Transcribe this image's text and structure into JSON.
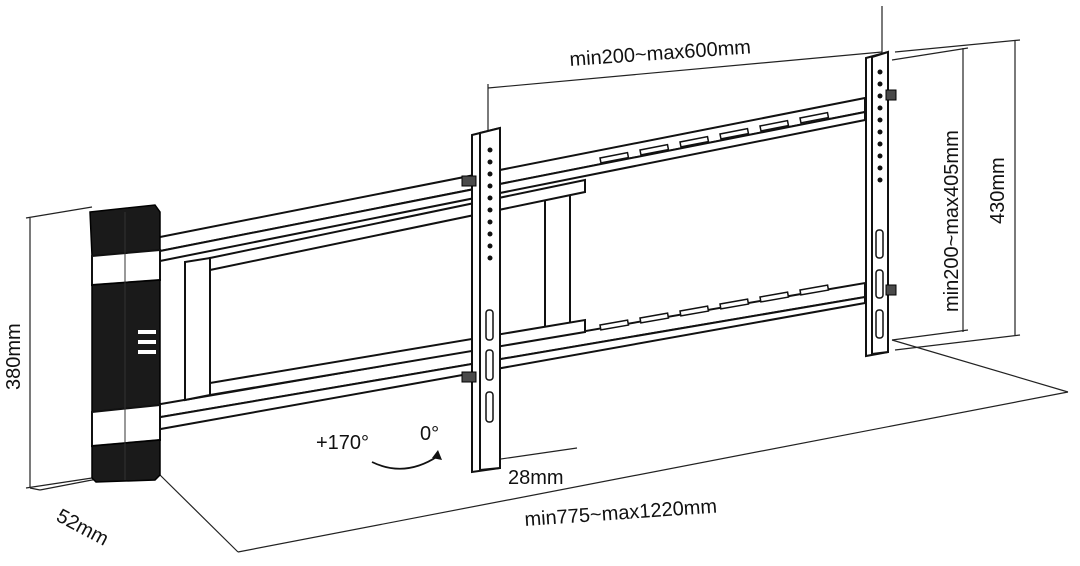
{
  "dimensions": {
    "vesa_horizontal": "min200~max600mm",
    "vesa_vertical": "min200~max405mm",
    "bracket_height": "430mm",
    "plate_height": "380mm",
    "plate_depth": "52mm",
    "bracket_thickness": "28mm",
    "arm_extension": "min775~max1220mm"
  },
  "rotation": {
    "left_angle": "+170°",
    "right_angle": "0°"
  },
  "colors": {
    "line": "#111111",
    "fill_dark": "#1a1a1a",
    "background": "#ffffff"
  }
}
